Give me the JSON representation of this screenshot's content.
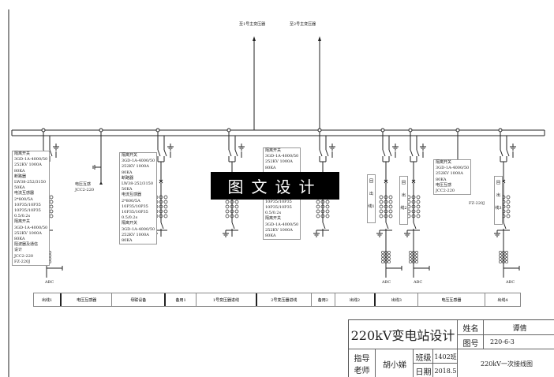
{
  "feeds": {
    "to_t1": "至1号主变压器",
    "to_t2": "至2号主变压器"
  },
  "boxes": {
    "bay1": "隔离开关\n3GD-1A-4000/50\n252KV 1000A\n80KA\n断路器\nLW38-252/3150\n50KA\n电流互感器\n2*800/5A\n10P35/10P35\n10P35/10P35\n0.5/0.2s\n隔离开关\n3GD-1A-4000/50\n252KV 1000A\n80KA\n阻波器及通信\n设计\nJCC2-220\nFZ-220J",
    "pt1": "电压互感\nJCC2-220",
    "coupler": "隔离开关\n3GD-1A-4000/50\n252KV 1000A\n80KA\n断路器\nLW38-252/3150\n50KA\n电流互感器\n2*800/5A\n10P35/10P35\n10P35/10P35\n0.5/0.2s\n隔离开关\n3GD-1A-4000/50\n252KV 1000A\n80KA",
    "transformer": "隔离开关\n3GD-1A-4000/50\n252KV 1000A\n80KA\n\n\n\n\n\n10P35/10P35\n10P35/10P35\n0.5/0.2s\n隔离开关\n3GD-1A-4000/50\n252KV 1000A\n80KA",
    "pt2": "隔离开关\n3GD-1A-4000/50\n252KV 1000A\n80KA\n电压互感\nJCC2-220"
  },
  "pt2_arrester": "FZ-220J",
  "vertical_labels": [
    "回出线1",
    "回出线2",
    "回出线3"
  ],
  "phase_label": "ABC",
  "bay_labels": [
    "出线1",
    "电压互感器",
    "母联设备",
    "备用1",
    "1号变压器进线",
    "2号变压器进线",
    "备用2",
    "出线2",
    "出线3",
    "电压互感器",
    "出线4"
  ],
  "watermark": "图文设计",
  "title_block": {
    "title": "220kV变电站设计",
    "name_label": "姓名",
    "name": "谭倩",
    "drawing_no_label": "图号",
    "drawing_no": "220-6-3",
    "advisor_label": "指导老师",
    "advisor": "胡小娣",
    "class_label": "班级",
    "class": "1402班",
    "date_label": "日期",
    "date": "2018.5",
    "drawing_title": "220kV一次接线图"
  }
}
